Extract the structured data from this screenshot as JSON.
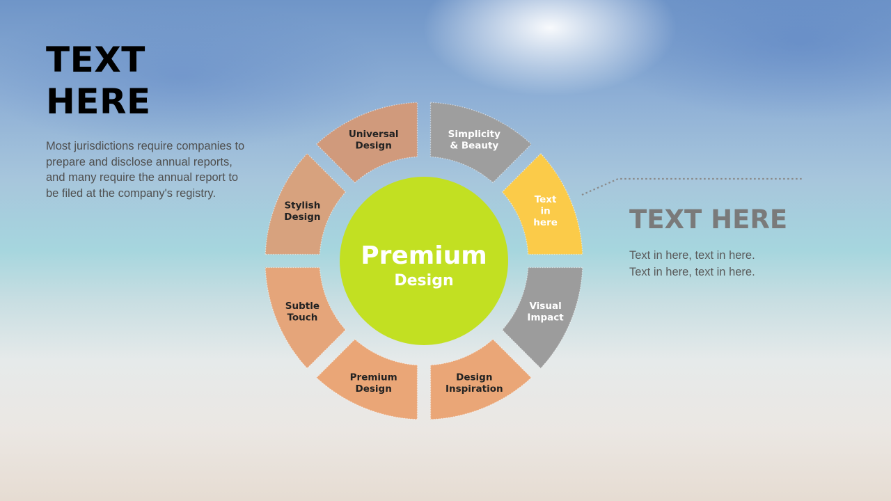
{
  "left": {
    "title_lines": [
      "TEXT",
      "HERE"
    ],
    "body_lines": [
      "Most jurisdictions require companies to",
      "prepare and disclose annual reports,",
      "and many require the annual report to",
      "be filed at the company's registry."
    ]
  },
  "center": {
    "line1": "Premium",
    "line2": "Design",
    "color": "#c2e022"
  },
  "segments": [
    {
      "lines": [
        "Simplicity",
        "& Beauty"
      ],
      "color": "#9e9e9e",
      "text_color": "#ffffff"
    },
    {
      "lines": [
        "Text",
        "in",
        "here"
      ],
      "color": "#fbcb49",
      "text_color": "#ffffff"
    },
    {
      "lines": [
        "Visual",
        "Impact"
      ],
      "color": "#9c9c9c",
      "text_color": "#ffffff"
    },
    {
      "lines": [
        "Design",
        "Inspiration"
      ],
      "color": "#eaa677",
      "text_color": "#222222"
    },
    {
      "lines": [
        "Premium",
        "Design"
      ],
      "color": "#eaa677",
      "text_color": "#222222"
    },
    {
      "lines": [
        "Subtle",
        "Touch"
      ],
      "color": "#e5a57a",
      "text_color": "#222222"
    },
    {
      "lines": [
        "Stylish",
        "Design"
      ],
      "color": "#d7a27e",
      "text_color": "#222222"
    },
    {
      "lines": [
        "Universal",
        "Design"
      ],
      "color": "#d09a7c",
      "text_color": "#222222"
    }
  ],
  "right": {
    "title": "TEXT HERE",
    "body_lines": [
      "Text in here, text in here.",
      "Text in here, text in here."
    ]
  },
  "connector_color": "#8a8a8a"
}
